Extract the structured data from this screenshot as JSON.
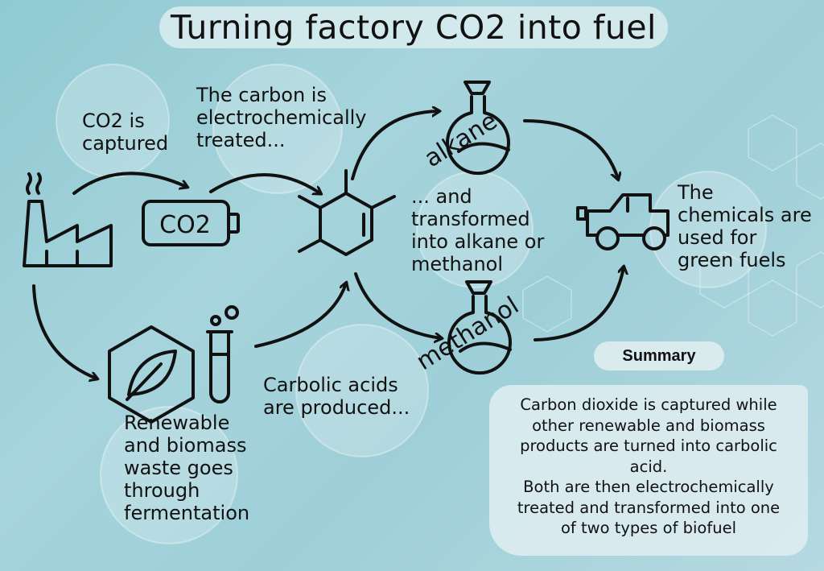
{
  "title": "Turning factory CO2 into fuel",
  "steps": {
    "captured": [
      "CO2 is",
      "captured"
    ],
    "treated": [
      "The carbon is",
      "electrochemically",
      "treated..."
    ],
    "transformed": [
      "... and",
      "transformed",
      "into alkane or",
      "methanol"
    ],
    "used": [
      "The",
      "chemicals are",
      "used for",
      "green fuels"
    ],
    "fermentation": [
      "Renewable",
      "and biomass",
      "waste goes",
      "through",
      "fermentation"
    ],
    "acids": [
      "Carbolic acids",
      "are produced..."
    ]
  },
  "battery_label": "CO2",
  "flask_labels": {
    "top": "alkane",
    "bottom": "methanol"
  },
  "summary": {
    "title": "Summary",
    "lines": [
      "Carbon dioxide is captured while",
      "other renewable and biomass",
      "products are turned into carbolic",
      "acid.",
      "Both are then electrochemically",
      "treated and transformed into one",
      "of two types of biofuel"
    ]
  },
  "colors": {
    "ink": "#111111",
    "background": "#9ecfd8",
    "panel": "#deedf0"
  },
  "icons": [
    "factory-icon",
    "battery-icon",
    "molecule-icon",
    "flask-icon",
    "car-icon",
    "leaf-hexagon-icon",
    "test-tube-icon"
  ]
}
